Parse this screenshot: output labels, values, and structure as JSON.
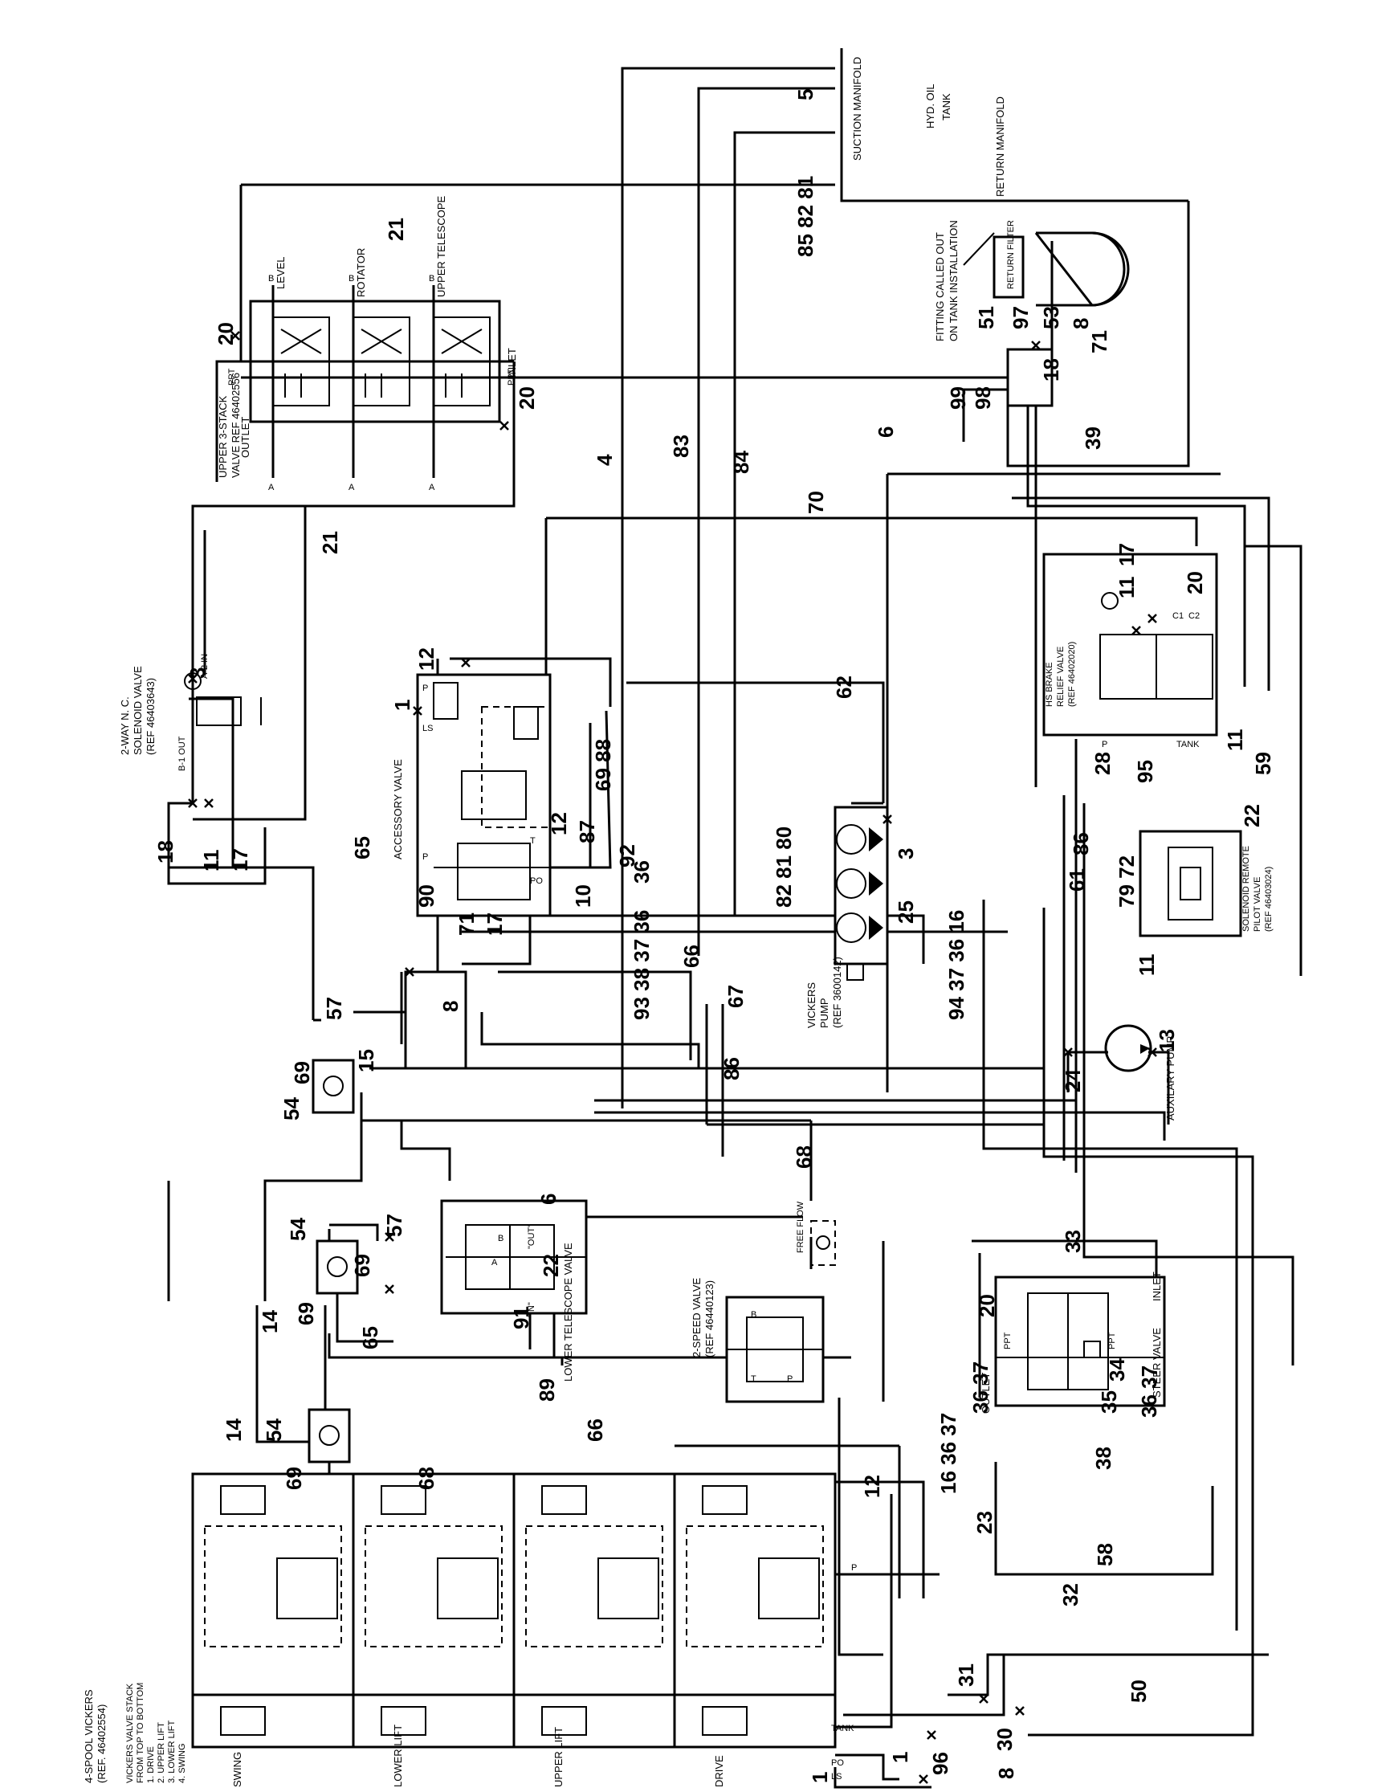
{
  "labels": {
    "hyd_oil_tank": "HYD. OIL",
    "tank": "TANK",
    "suction_manifold": "SUCTION MANIFOLD",
    "return_manifold": "RETURN MANIFOLD",
    "fitting_called_out_1": "FITTING CALLED OUT",
    "fitting_called_out_2": "ON TANK INSTALLATION",
    "return_filter": "RETURN FILTER",
    "upper_3stack_1": "UPPER 3-STACK",
    "upper_3stack_2": "VALVE REF 46402556",
    "outlet": "OUTLET",
    "inlet": "INLET",
    "ppt": "PPT",
    "level": "LEVEL",
    "rotator": "ROTATOR",
    "upper_telescope": "UPPER TELESCOPE",
    "solenoid_1": "2-WAY N. C.",
    "solenoid_2": "SOLENOID VALVE",
    "solenoid_3": "(REF 46403643)",
    "accessory_valve": "ACCESSORY VALVE",
    "vickers_pump_1": "VICKERS",
    "vickers_pump_2": "PUMP",
    "vickers_pump_3": "(REF 3600142)",
    "auxiliary_pump": "AUXILARY PUMP",
    "lower_telescope_valve": "LOWER TELESCOPE VALVE",
    "two_speed_1": "2-SPEED VALVE",
    "two_speed_2": "(REF 46440123)",
    "free_flow": "FREE FLOW",
    "steer_valve": "STEER VALVE",
    "hs_brake_1": "HS BRAKE",
    "hs_brake_2": "RELIEF VALVE",
    "hs_brake_3": "(REF 46402020)",
    "solenoid_remote_1": "SOLENOID REMOTE",
    "solenoid_remote_2": "PILOT VALVE",
    "solenoid_remote_3": "(REF 46403024)",
    "four_spool_1": "4-SPOOL VICKERS",
    "four_spool_2": "(REF. 46402554)",
    "vickers_stack_1": "VICKERS VALVE STACK",
    "vickers_stack_2": "FROM TOP TO BOTTOM",
    "vickers_stack_3": "1. DRIVE",
    "vickers_stack_4": "2. UPPER LIFT",
    "vickers_stack_5": "3. LOWER LIFT",
    "vickers_stack_6": "4. SWING",
    "swing": "SWING",
    "lower_lift": "LOWER LIFT",
    "upper_lift": "UPPER LIFT",
    "drive": "DRIVE",
    "port_a": "A",
    "port_b": "B",
    "port_p": "P",
    "port_t": "T",
    "port_po": "PO",
    "port_ls": "LS",
    "port_tank": "TANK",
    "port_in": "\"IN\"",
    "port_out": "\"OUT\"",
    "port_a2_in": "A-2 IN",
    "port_b1_out": "B-1 OUT",
    "port_c1": "C1",
    "port_c2": "C2"
  },
  "callouts": {
    "n5": "5",
    "n858281": "85 82 81",
    "n21a": "21",
    "n51": "51",
    "n97": "97",
    "n53": "53",
    "n8a": "8",
    "n71a": "71",
    "n99": "99",
    "n98": "98",
    "n18a": "18",
    "n39": "39",
    "n20a": "20",
    "n20b": "20",
    "n4": "4",
    "n83": "83",
    "n84": "84",
    "n6a": "6",
    "n70": "70",
    "n21b": "21",
    "n17a": "17",
    "n11a": "11",
    "n20c": "20",
    "n62": "62",
    "n12a": "12",
    "n1a": "1",
    "n6988": "69 88",
    "n87": "87",
    "n12b": "12",
    "n92": "92",
    "n28": "28",
    "n95": "95",
    "n11b": "11",
    "n59": "59",
    "n86a": "86",
    "n22a": "22",
    "n3a": "3",
    "n3b": "3",
    "n18b": "18",
    "n11c": "11",
    "n17b": "17",
    "n65a": "65",
    "n90": "90",
    "n71b": "71",
    "n17c": "17",
    "n10": "10",
    "n3637a": "36",
    "n93383736": "93 38 37 36",
    "n828180": "82 81 80",
    "n25": "25",
    "n9437": "94 37 36 16",
    "n7972": "79 72",
    "n61": "61",
    "n11d": "11",
    "n8b": "8",
    "n57a": "57",
    "n69a": "69",
    "n15": "15",
    "n54a": "54",
    "n66a": "66",
    "n67": "67",
    "n86b": "86",
    "n13": "13",
    "n24": "24",
    "n68a": "68",
    "n54b": "54",
    "n57b": "57",
    "n69b": "69",
    "n69c": "69",
    "n14a": "14",
    "n65b": "65",
    "n6b": "6",
    "n22b": "22",
    "n91": "91",
    "n89": "89",
    "n14b": "14",
    "n54c": "54",
    "n69d": "69",
    "n68b": "68",
    "n66b": "66",
    "n33": "33",
    "n20d": "20",
    "n34": "34",
    "n3637b": "36 37",
    "n35": "35",
    "n3637c": "36 37",
    "n38": "38",
    "n163637": "16 36 37",
    "n12c": "12",
    "n23": "23",
    "n58": "58",
    "n32": "32",
    "n31": "31",
    "n50": "50",
    "n30": "30",
    "n8c": "8",
    "n96": "96",
    "n1b": "1",
    "n1c": "1"
  }
}
